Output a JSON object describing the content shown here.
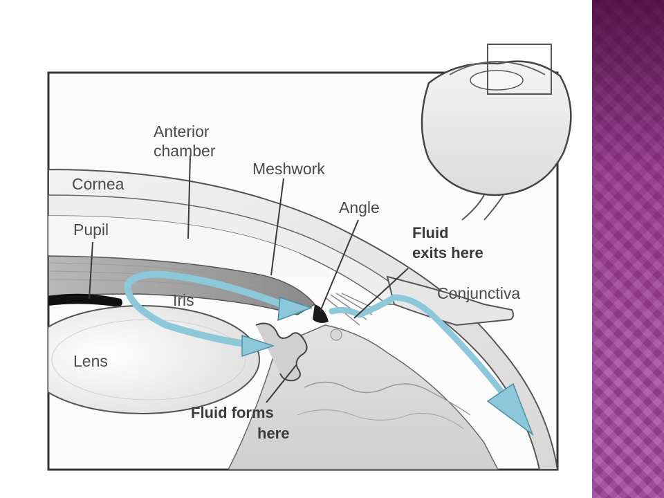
{
  "labels": {
    "anterior_chamber_line1": "Anterior",
    "anterior_chamber_line2": "chamber",
    "meshwork": "Meshwork",
    "cornea": "Cornea",
    "angle": "Angle",
    "pupil": "Pupil",
    "fluid_exits_line1": "Fluid",
    "fluid_exits_line2": "exits here",
    "iris": "Iris",
    "conjunctiva": "Conjunctiva",
    "lens": "Lens",
    "fluid_forms_line1": "Fluid forms",
    "fluid_forms_line2": "here"
  },
  "colors": {
    "fluid_arrow": "#8cc8d9",
    "outline": "#555555",
    "sidebar_accent": "#a3459e"
  }
}
